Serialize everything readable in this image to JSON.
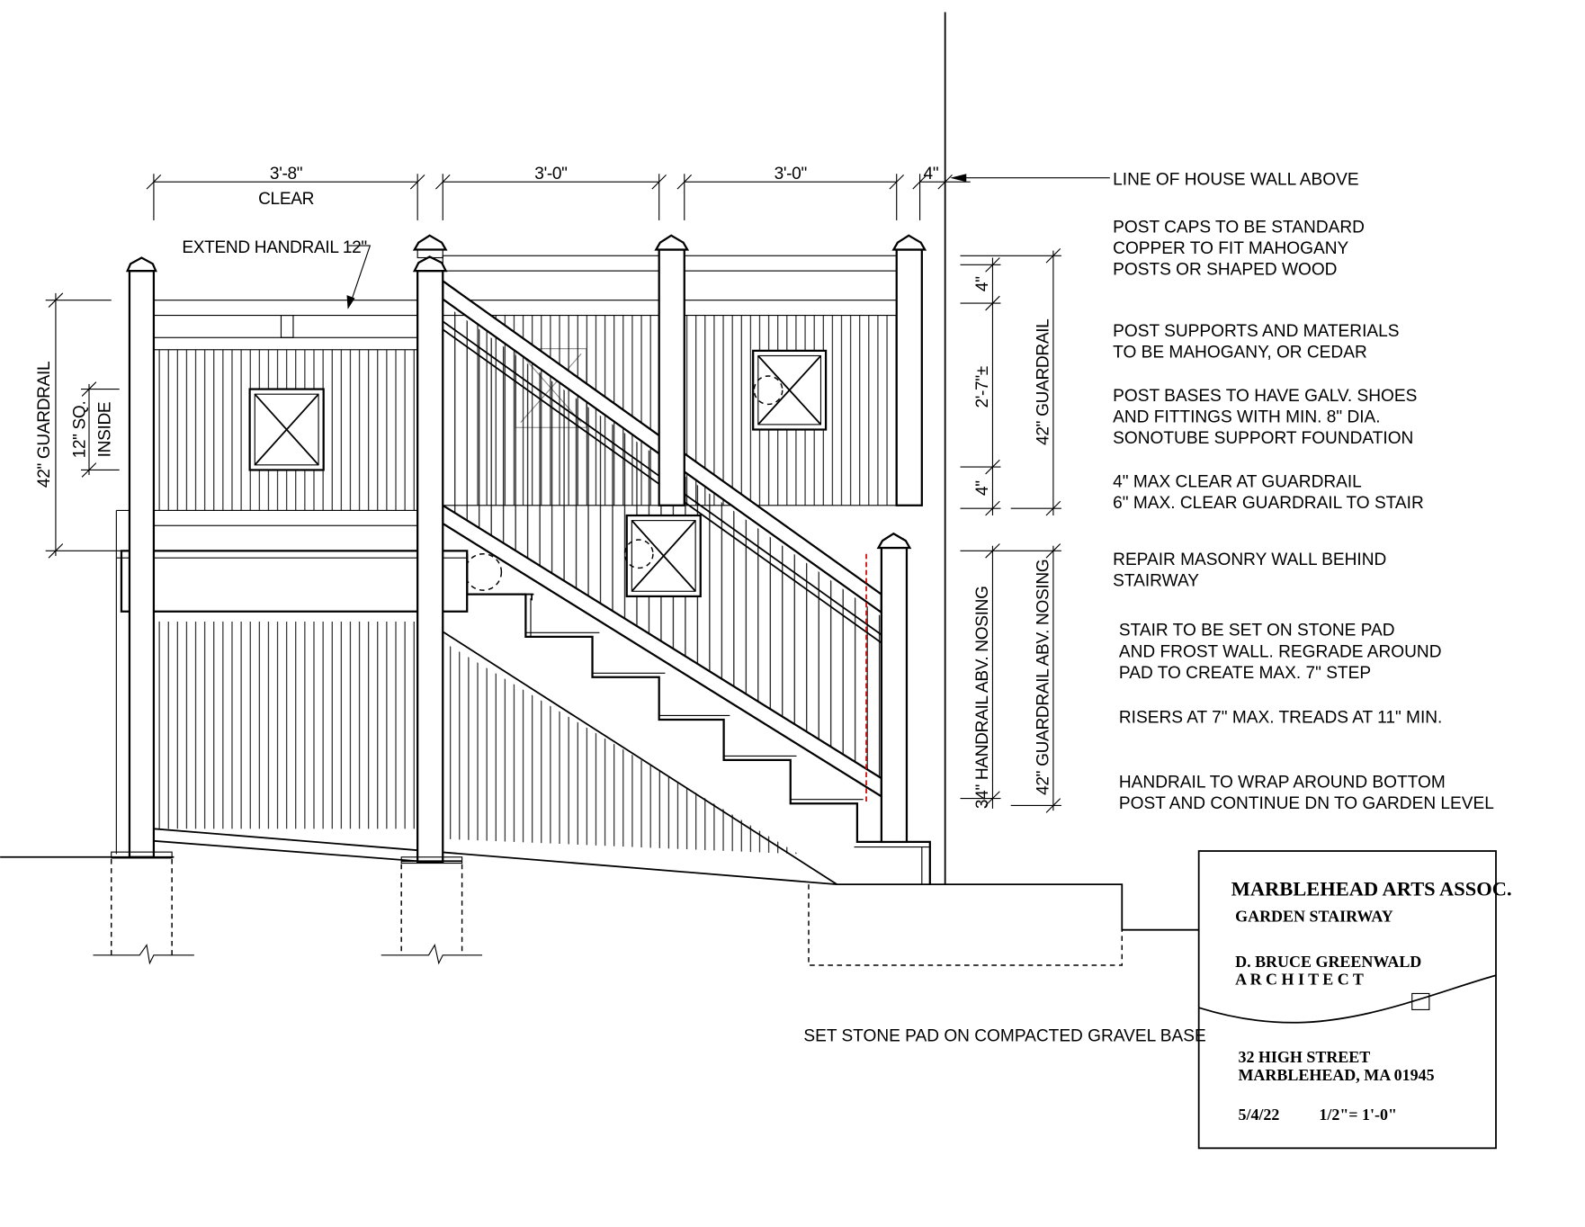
{
  "dimensions": {
    "top": [
      "3'-8\"",
      "3'-0\"",
      "3'-0\"",
      "4\""
    ],
    "top_sub": "CLEAR",
    "extend_handrail": "EXTEND HANDRAIL 12\"",
    "left_guardrail": "42\" GUARDRAIL",
    "left_sq": "12\" SQ.",
    "left_inside": "INSIDE",
    "right_4_top": "4\"",
    "right_mid": "2'-7\"±",
    "right_4_bottom": "4\"",
    "right_guardrail": "42\" GUARDRAIL",
    "handrail_nosing": "34\" HANDRAIL ABV. NOSING",
    "guardrail_nosing": "42\" GUARDRAIL ABV. NOSING"
  },
  "notes": [
    "LINE OF HOUSE WALL ABOVE",
    "POST CAPS TO BE STANDARD",
    "COPPER TO FIT MAHOGANY",
    "POSTS OR SHAPED WOOD",
    "POST SUPPORTS AND MATERIALS",
    "TO BE MAHOGANY, OR CEDAR",
    "POST BASES TO HAVE GALV. SHOES",
    "AND FITTINGS WITH MIN. 8\" DIA.",
    "SONOTUBE SUPPORT FOUNDATION",
    "4\" MAX CLEAR AT GUARDRAIL",
    "6\" MAX. CLEAR GUARDRAIL TO STAIR",
    "REPAIR MASONRY WALL BEHIND",
    "STAIRWAY",
    "STAIR TO BE SET ON STONE PAD",
    "AND FROST WALL. REGRADE AROUND",
    "PAD TO CREATE MAX. 7\" STEP",
    "RISERS AT 7\" MAX. TREADS AT 11\" MIN.",
    "HANDRAIL TO WRAP AROUND BOTTOM",
    "POST AND CONTINUE DN TO GARDEN LEVEL"
  ],
  "stone_pad_note": "SET STONE PAD ON COMPACTED GRAVEL BASE",
  "title_block": {
    "client": "MARBLEHEAD ARTS ASSOC.",
    "project": "GARDEN STAIRWAY",
    "architect_name": "D. BRUCE GREENWALD",
    "architect_title": "A R C H I T E C T",
    "address_1": "32 HIGH STREET",
    "address_2": "MARBLEHEAD, MA 01945",
    "date": "5/4/22",
    "scale": "1/2\"= 1'-0\""
  },
  "colors": {
    "line": "#000000",
    "accent_dashed": "#cc0000"
  }
}
